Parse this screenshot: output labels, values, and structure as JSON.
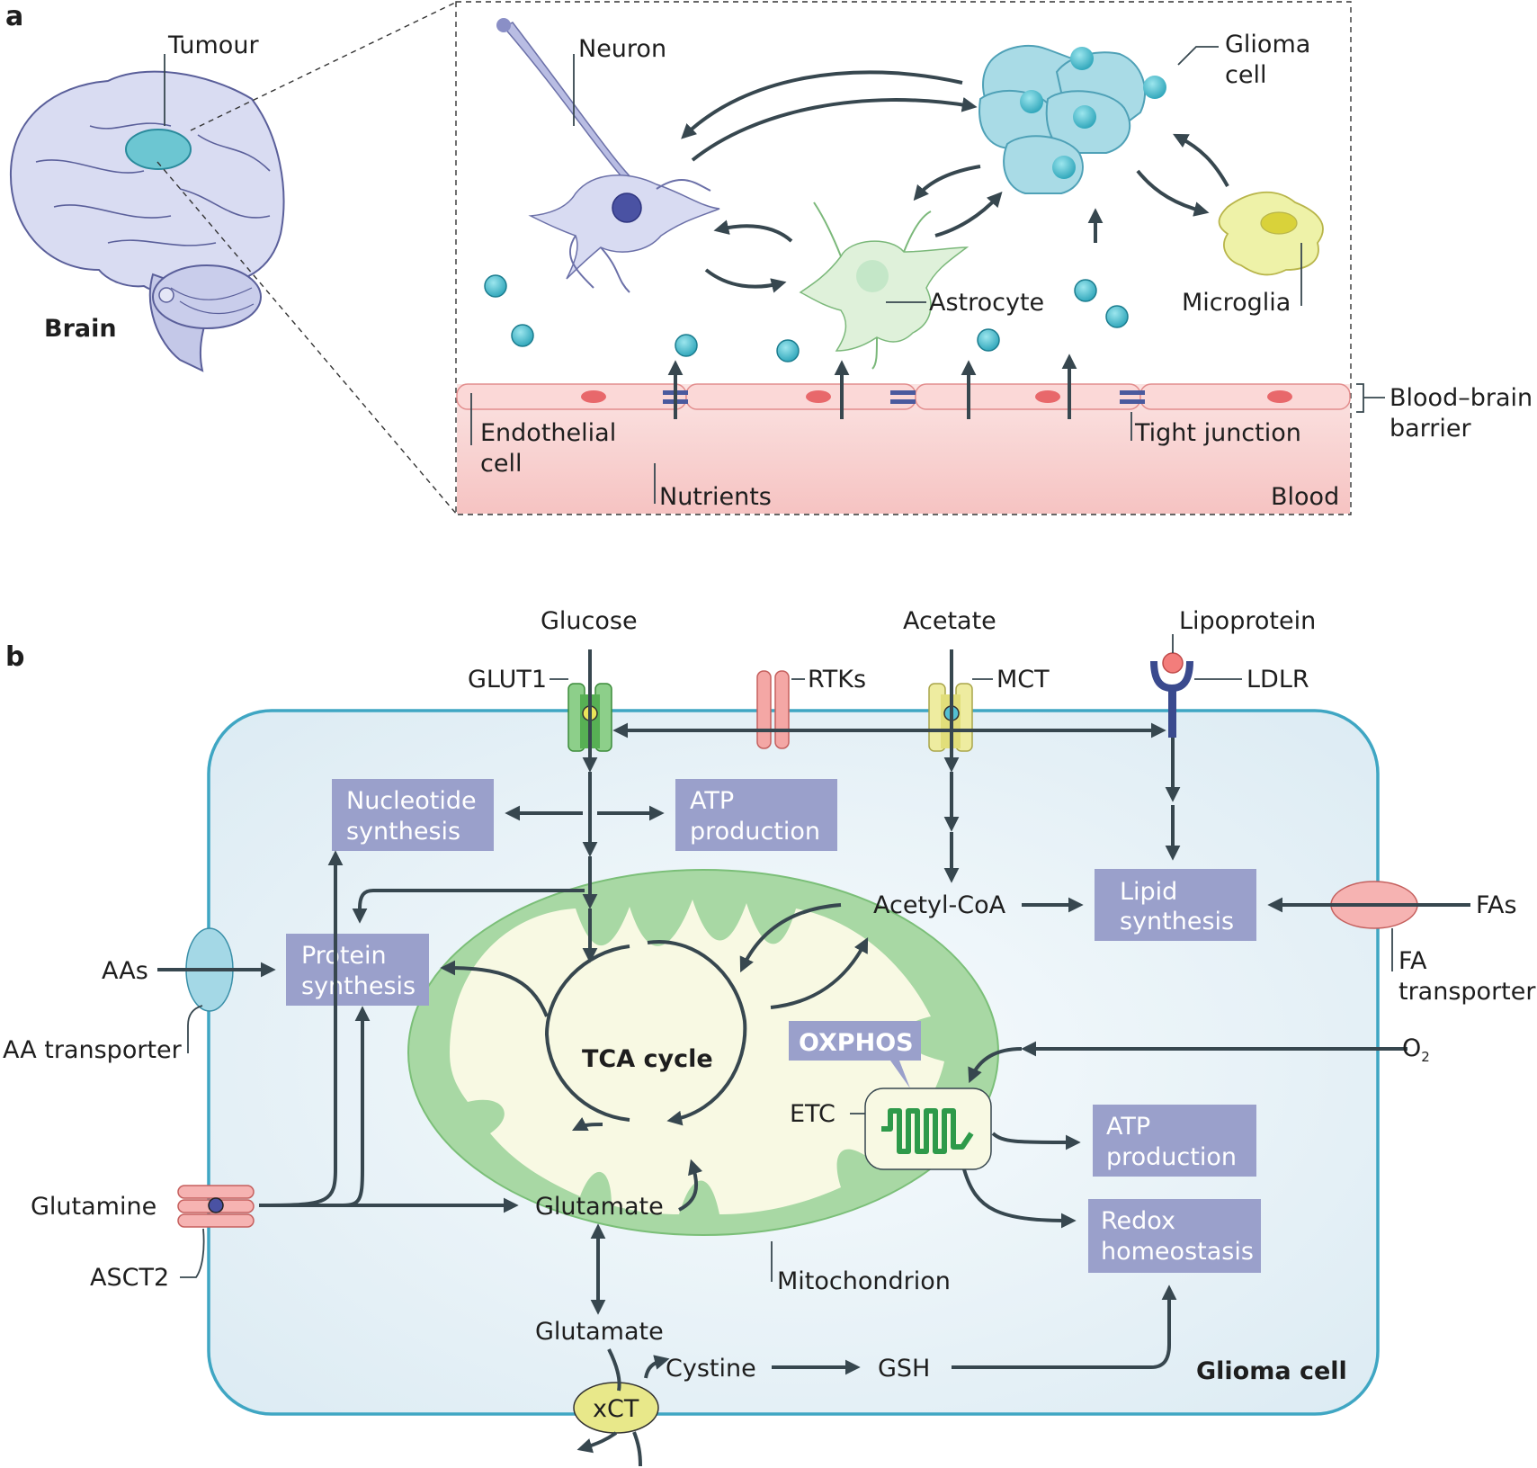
{
  "panel_a": {
    "letter": "a",
    "brain": "Brain",
    "tumour": "Tumour",
    "neuron": "Neuron",
    "glioma_cell_1": "Glioma",
    "glioma_cell_2": "cell",
    "astrocyte": "Astrocyte",
    "microglia": "Microglia",
    "endothelial_1": "Endothelial",
    "endothelial_2": "cell",
    "nutrients": "Nutrients",
    "tight_junction": "Tight junction",
    "blood": "Blood",
    "bbb_1": "Blood–brain",
    "bbb_2": "barrier"
  },
  "panel_b": {
    "letter": "b",
    "glucose": "Glucose",
    "acetate": "Acetate",
    "lipoprotein": "Lipoprotein",
    "glut1": "GLUT1",
    "rtks": "RTKs",
    "mct": "MCT",
    "ldlr": "LDLR",
    "nucleotide_1": "Nucleotide",
    "nucleotide_2": "synthesis",
    "atp1_1": "ATP",
    "atp1_2": "production",
    "acetyl_coa": "Acetyl-CoA",
    "lipid_1": "Lipid",
    "lipid_2": "synthesis",
    "fas": "FAs",
    "fa_transporter_1": "FA",
    "fa_transporter_2": "transporter",
    "aas": "AAs",
    "aa_transporter": "AA transporter",
    "protein_1": "Protein",
    "protein_2": "synthesis",
    "tca": "TCA cycle",
    "oxphos": "OXPHOS",
    "etc": "ETC",
    "o2": "O",
    "o2_sub": "2",
    "atp2_1": "ATP",
    "atp2_2": "production",
    "redox_1": "Redox",
    "redox_2": "homeostasis",
    "glutamine": "Glutamine",
    "asct2": "ASCT2",
    "glutamate_in": "Glutamate",
    "mitochondrion": "Mitochondrion",
    "glutamate_out": "Glutamate",
    "cystine": "Cystine",
    "gsh": "GSH",
    "xct": "xCT",
    "glioma_cell": "Glioma cell"
  },
  "colors": {
    "box": "#9aa0cb",
    "cell_border": "#3fa6c3",
    "cell_fill": "#e7f2f8",
    "mito_outer": "#a8d8a4",
    "mito_inner": "#f8f9e3",
    "arrow": "#37474f",
    "blood": "#f8d2d0",
    "glioma": "#a9dbe6",
    "nucleus": "#3ab4c6"
  }
}
